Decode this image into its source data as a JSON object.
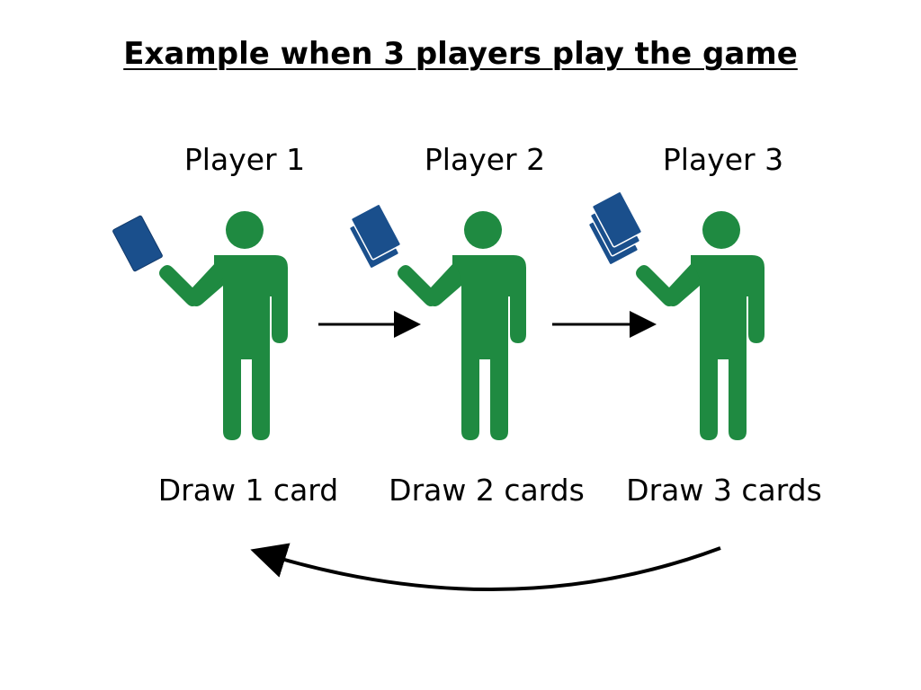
{
  "title": "Example when 3 players play the game",
  "colors": {
    "player": "#1f8a41",
    "card": "#1a4f8c",
    "card_edge": "#123a6b",
    "arrow": "#000000"
  },
  "players": [
    {
      "label": "Player 1",
      "draw_text": "Draw 1 card",
      "cards": 1
    },
    {
      "label": "Player 2",
      "draw_text": "Draw 2 cards",
      "cards": 2
    },
    {
      "label": "Player 3",
      "draw_text": "Draw 3 cards",
      "cards": 3
    }
  ]
}
